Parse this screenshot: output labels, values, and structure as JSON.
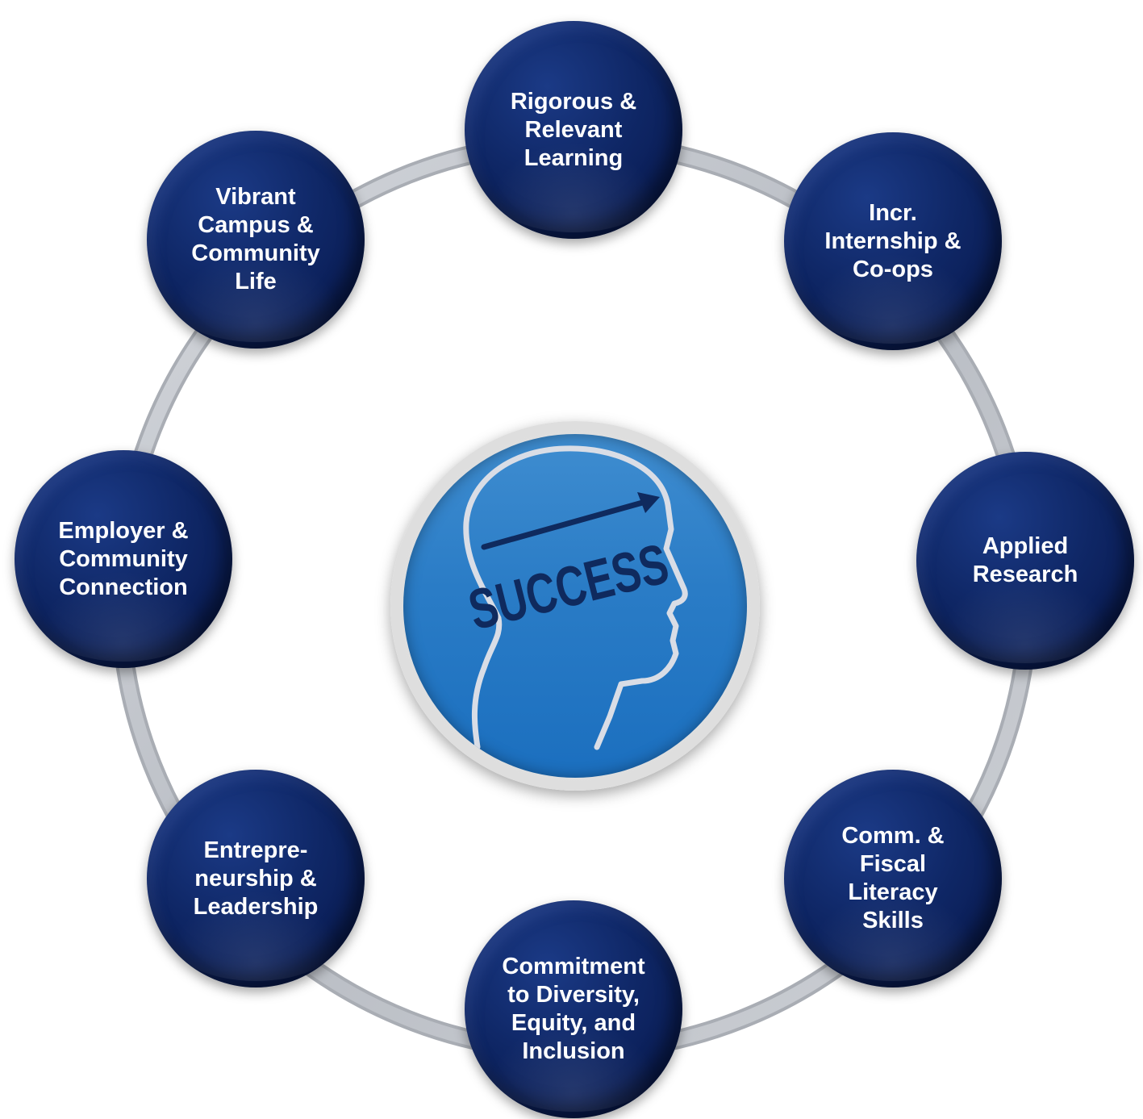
{
  "center": {
    "icon": "head-profile-icon",
    "text": "SUCCESS",
    "colors": {
      "background": "#2a7cc6",
      "outline": "#d9dde6",
      "text": "#0f2a5e"
    }
  },
  "nodes": [
    {
      "id": "rigorous-relevant-learning",
      "label": "Rigorous &\nRelevant\nLearning"
    },
    {
      "id": "internship-coops",
      "label": "Incr.\nInternship &\nCo-ops"
    },
    {
      "id": "applied-research",
      "label": "Applied\nResearch"
    },
    {
      "id": "comm-fiscal-literacy",
      "label": "Comm. &\nFiscal\nLiteracy\nSkills"
    },
    {
      "id": "diversity-equity-inclusion",
      "label": "Commitment\nto Diversity,\nEquity, and\nInclusion"
    },
    {
      "id": "entrepreneurship-leadership",
      "label": "Entrepre-\nneurship &\nLeadership"
    },
    {
      "id": "employer-community-connection",
      "label": "Employer &\nCommunity\nConnection"
    },
    {
      "id": "vibrant-campus-community",
      "label": "Vibrant\nCampus &\nCommunity\nLife"
    }
  ],
  "colors": {
    "node": "#0f2766",
    "ring": "#c4c8cf",
    "node_text": "#ffffff"
  }
}
